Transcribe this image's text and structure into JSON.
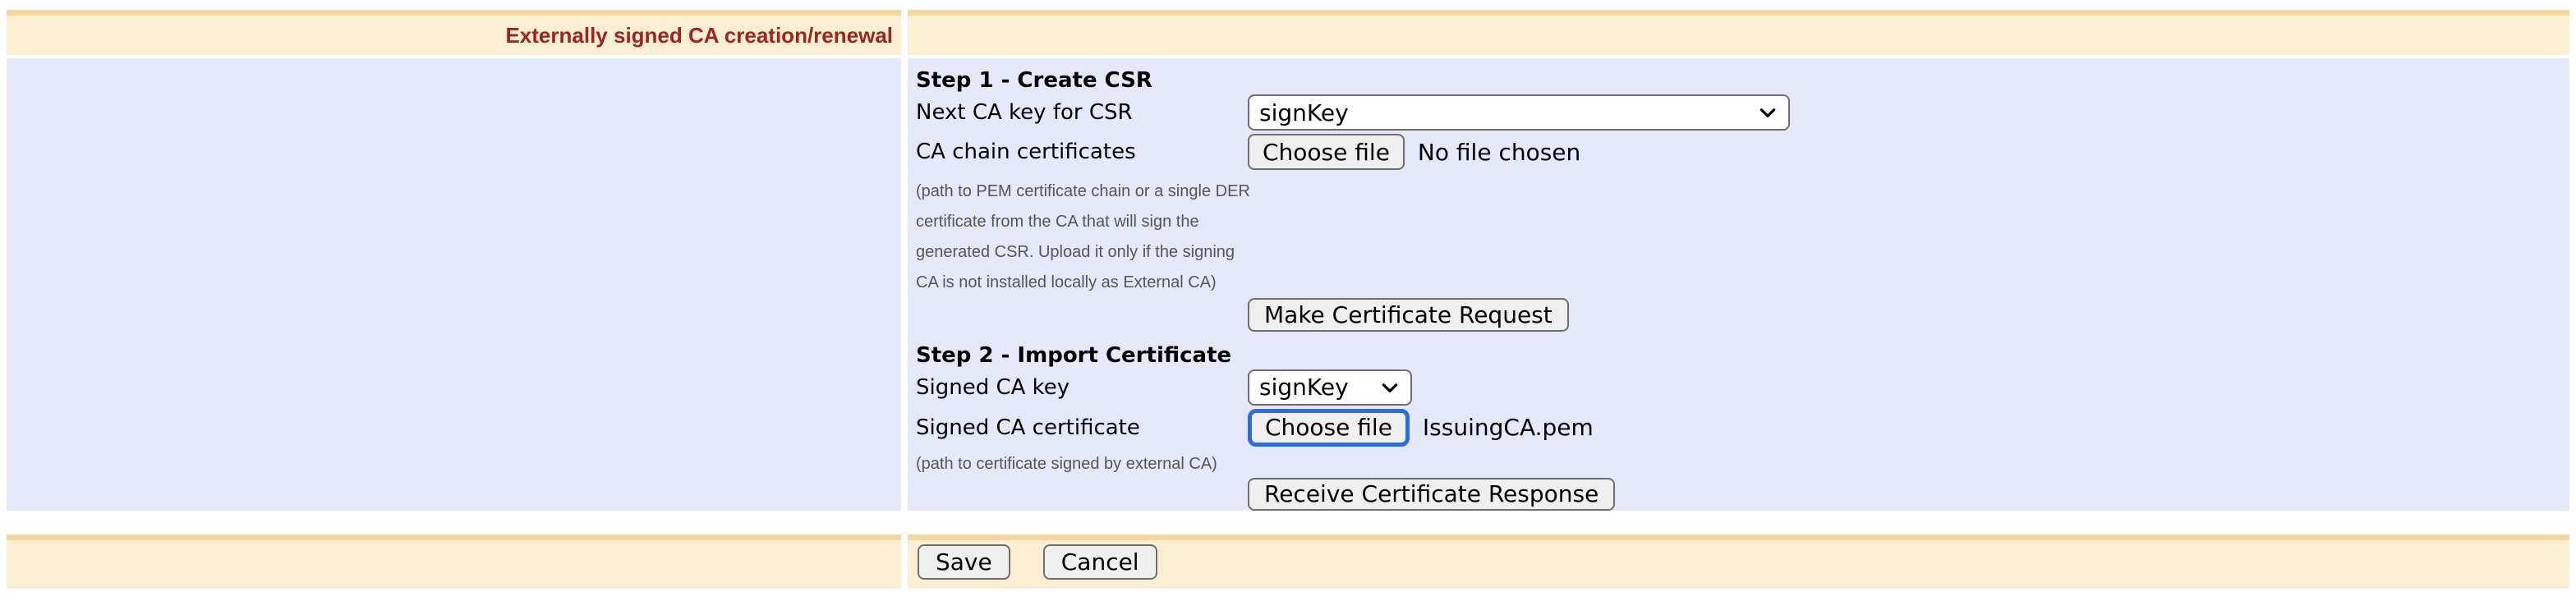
{
  "colors": {
    "cream": "#FAEFD3",
    "strip": "#F2D8A0",
    "lavender": "#E4E8F8",
    "title_red": "#9E2420",
    "helper_gray": "#555555",
    "ctrl_border": "#6E6E6E",
    "ctrl_bg": "#EFEFEF",
    "focus_blue": "#2D6BE0"
  },
  "header": {
    "title": "Externally signed CA creation/renewal"
  },
  "form": {
    "step1": {
      "heading": "Step 1 - Create CSR",
      "next_ca_key_label": "Next CA key for CSR",
      "next_ca_key_value": "signKey",
      "ca_chain_label": "CA chain certificates",
      "ca_chain_file_button": "Choose file",
      "ca_chain_file_status": "No file chosen",
      "ca_chain_help": "(path to PEM certificate chain or a single DER\ncertificate from the CA that will sign the\ngenerated CSR. Upload it only if the signing\nCA is not installed locally as External CA)",
      "make_request_button": "Make Certificate Request"
    },
    "step2": {
      "heading": "Step 2 - Import Certificate",
      "signed_key_label": "Signed CA key",
      "signed_key_value": "signKey",
      "signed_cert_label": "Signed CA certificate",
      "signed_cert_file_button": "Choose file",
      "signed_cert_file_name": "IssuingCA.pem",
      "signed_cert_help": "(path to certificate signed by external CA)",
      "receive_response_button": "Receive Certificate Response"
    }
  },
  "footer": {
    "save_label": "Save",
    "cancel_label": "Cancel"
  }
}
